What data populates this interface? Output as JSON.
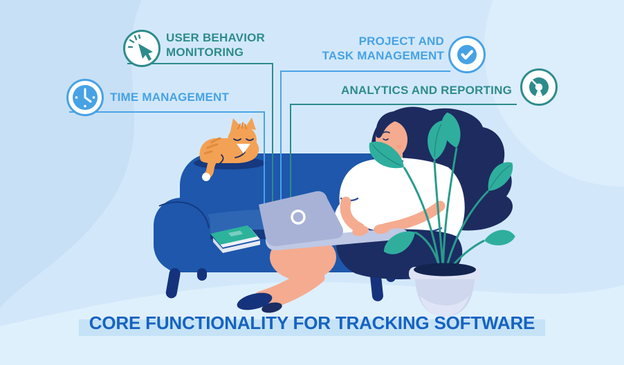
{
  "title": {
    "label": "CORE FUNCTIONALITY FOR TRACKING SOFTWARE"
  },
  "features": [
    {
      "id": "user-behavior-monitoring",
      "label": "USER BEHAVIOR\nMONITORING",
      "icon": "cursor-click-icon",
      "accent": "#2E8B8C"
    },
    {
      "id": "time-management",
      "label": "TIME MANAGEMENT",
      "icon": "clock-icon",
      "accent": "#47A2E5"
    },
    {
      "id": "project-task-management",
      "label": "PROJECT AND\nTASK MANAGEMENT",
      "icon": "check-badge-icon",
      "accent": "#47A2E5"
    },
    {
      "id": "analytics-reporting",
      "label": "ANALYTICS AND REPORTING",
      "icon": "donut-chart-icon",
      "accent": "#2E8B8C"
    }
  ],
  "colors": {
    "teal_accent": "#2E8B8C",
    "blue_accent": "#47A2E5",
    "title_blue": "#1563C1",
    "background": "#D2E8FA",
    "couch_blue": "#1E57AB"
  },
  "illustration": {
    "description": "Woman working on a laptop while sitting on a blue couch, with an orange cat, yellow pillow, teal book and a potted plant"
  }
}
